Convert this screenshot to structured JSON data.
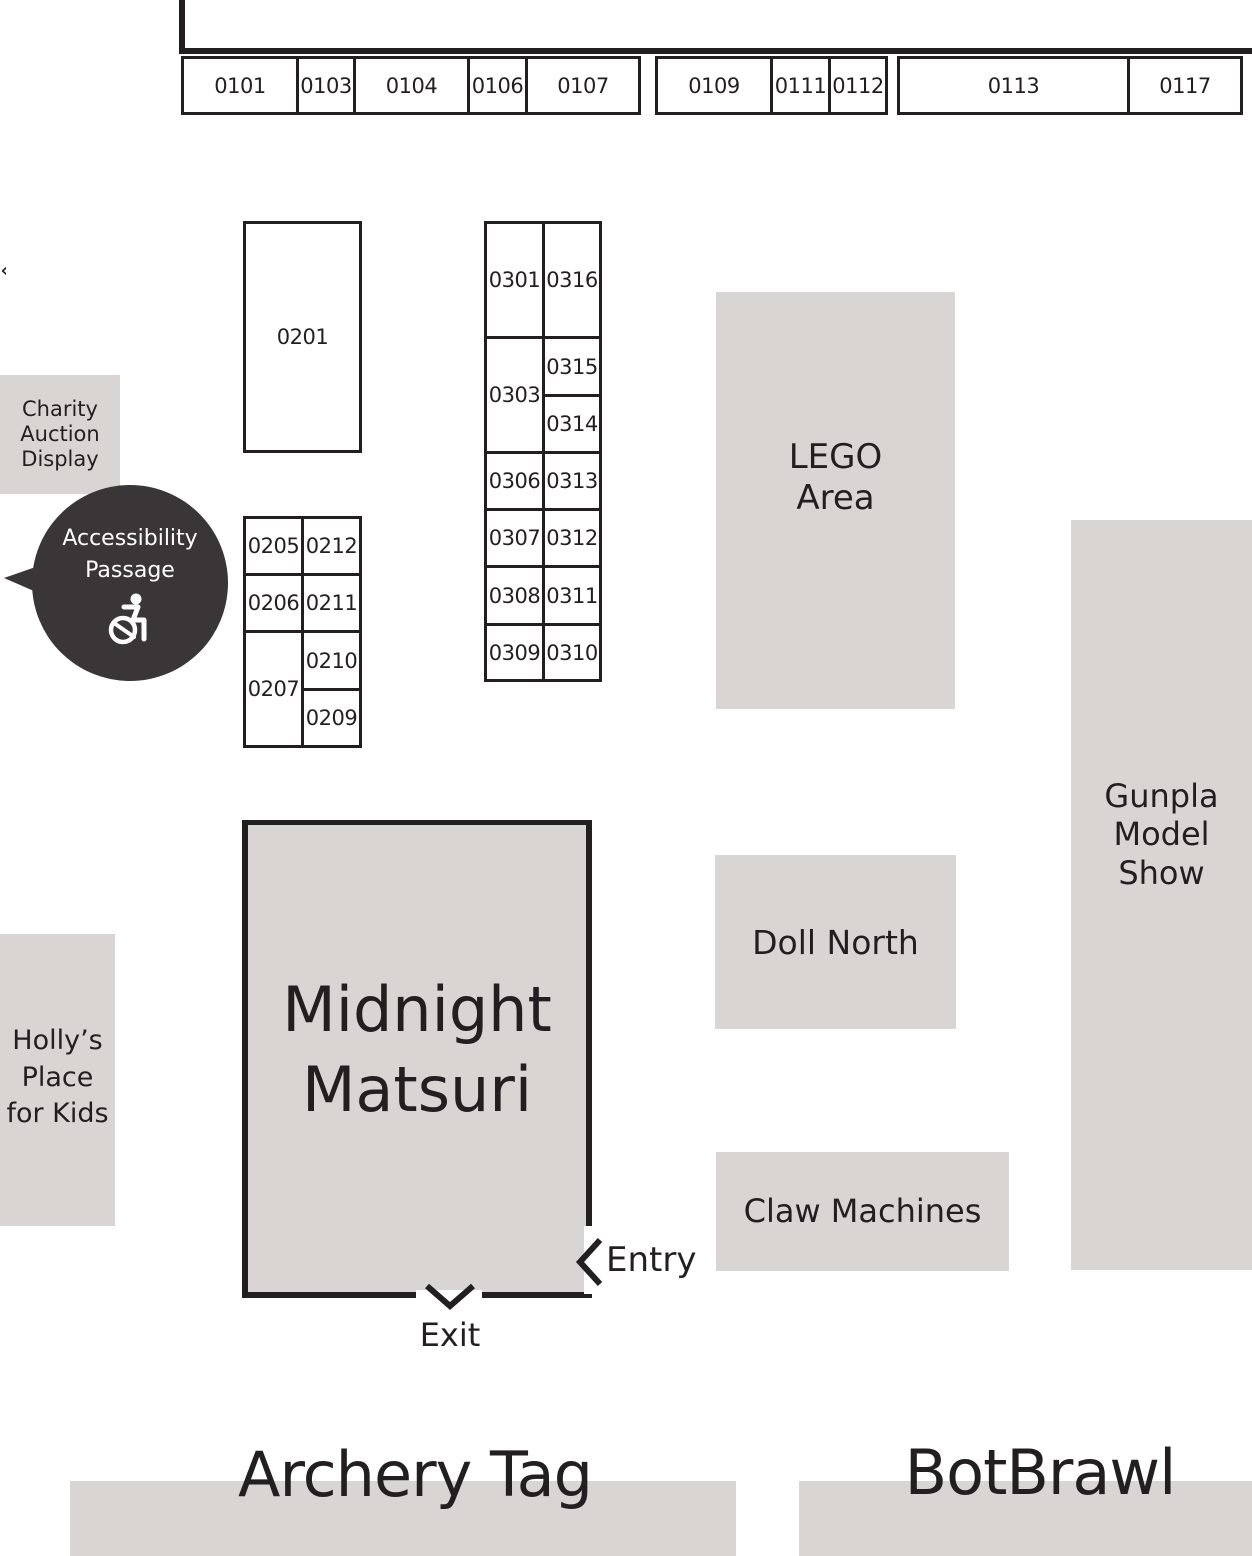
{
  "booths": {
    "row_0100": [
      "0101",
      "0103",
      "0104",
      "0106",
      "0107",
      "0109",
      "0111",
      "0112",
      "0113",
      "0117"
    ],
    "b0201": "0201",
    "row_0200": [
      "0205",
      "0212",
      "0206",
      "0211",
      "0207",
      "0210",
      "0209"
    ],
    "row_0300": [
      "0301",
      "0316",
      "0303",
      "0315",
      "0314",
      "0306",
      "0313",
      "0307",
      "0312",
      "0308",
      "0311",
      "0309",
      "0310"
    ]
  },
  "areas": {
    "charity": "Charity\nAuction\nDisplay",
    "accessibility": "Accessibility\nPassage",
    "lego": "LEGO\nArea",
    "gunpla": "Gunpla\nModel\nShow",
    "doll": "Doll North",
    "claw": "Claw Machines",
    "hollys": "Holly’s\nPlace\nfor Kids",
    "midnight": "Midnight\nMatsuri",
    "entry": "Entry",
    "exit": "Exit",
    "archery": "Archery Tag",
    "botbrawl": "BotBrawl"
  },
  "colors": {
    "ink": "#231f20",
    "area_fill": "#d9d5d3",
    "badge_fill": "#3a3536"
  },
  "icons": {
    "accessibility": "wheelchair-icon",
    "entry": "chevron-left-icon",
    "exit": "chevron-down-icon"
  }
}
